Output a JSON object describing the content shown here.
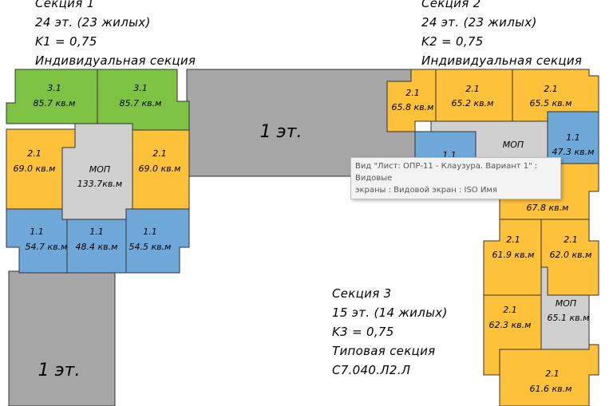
{
  "colors": {
    "green": "#7dc242",
    "orange": "#fdc13a",
    "blue": "#6ea8d9",
    "grey": "#a6a6a6",
    "lightgrey": "#d0d0d0"
  },
  "section1": {
    "lines": [
      "Секция 1",
      "24 эт. (23 жилых)",
      "K1 = 0,75",
      "Индивидуальная секция"
    ],
    "apartments": {
      "g1": {
        "type": "3.1",
        "area": "85.7 кв.м"
      },
      "g2": {
        "type": "3.1",
        "area": "85.7 кв.м"
      },
      "o1": {
        "type": "2.1",
        "area": "69.0 кв.м"
      },
      "o2": {
        "type": "2.1",
        "area": "69.0 кв.м"
      },
      "b1": {
        "type": "1.1",
        "area": "54.7 кв.м"
      },
      "b2": {
        "type": "1.1",
        "area": "48.4 кв.м"
      },
      "b3": {
        "type": "1.1",
        "area": "54.5 кв.м"
      }
    },
    "mop": {
      "label": "МОП",
      "area": "133.7кв.м"
    }
  },
  "section2": {
    "lines": [
      "Секция 2",
      "24 эт. (23 жилых)",
      "K2 = 0,75",
      "Индивидуальная секция"
    ],
    "apartments": {
      "o1": {
        "type": "2.1",
        "area": "65.8 кв.м"
      },
      "o2": {
        "type": "2.1",
        "area": "65.2 кв.м"
      },
      "o3": {
        "type": "2.1",
        "area": "65.5 кв.м"
      },
      "b1": {
        "type": "1.1",
        "area": "47.3 кв.м"
      },
      "b2": {
        "type": "1.1",
        "area": ""
      },
      "o4": {
        "type": "1.1",
        "area": "67.8 кв.м"
      }
    },
    "mop": {
      "label": "МОП",
      "area": ""
    }
  },
  "section3": {
    "lines": [
      "Секция 3",
      "15 эт. (14 жилых)",
      "K3 = 0,75",
      "Типовая секция",
      "С7.040.Л2.Л"
    ],
    "apartments": {
      "o1": {
        "type": "2.1",
        "area": "61.9 кв.м"
      },
      "o2": {
        "type": "2.1",
        "area": "62.0 кв.м"
      },
      "o3": {
        "type": "2.1",
        "area": "62.3 кв.м"
      },
      "o4": {
        "type": "2.1",
        "area": "61.6 кв.м"
      }
    },
    "mop": {
      "label": "МОП",
      "area": "65.1 кв.м"
    }
  },
  "podium": {
    "top_label": "1 эт.",
    "left_label": "1 эт."
  },
  "tooltip": {
    "line1": "Вид \"Лист: ОПР-11 - Клаузура. Вариант 1\" : Видовые",
    "line2": "экраны : Видовой экран : ISO Имя"
  }
}
